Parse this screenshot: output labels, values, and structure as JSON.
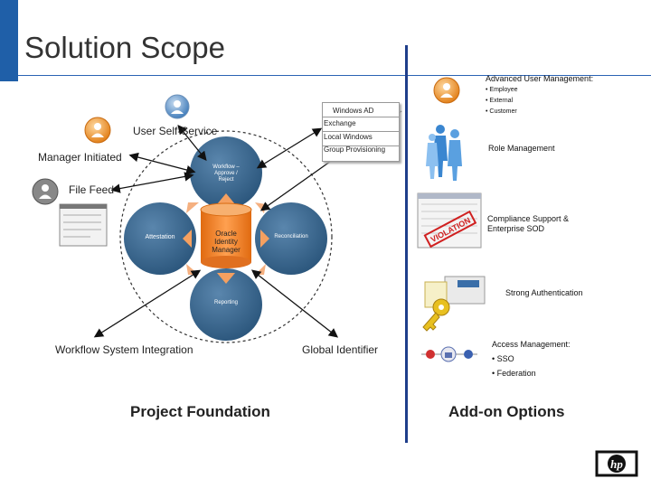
{
  "title": "Solution Scope",
  "colors": {
    "accent_blue": "#1f5fa8",
    "circle_dark": "#2e5a7e",
    "circle_mid": "#4a7398",
    "core_orange": "#f08020"
  },
  "diagram": {
    "core_label": "Oracle Identity Manager",
    "core_lines": [
      "Oracle",
      "Identity",
      "Manager"
    ],
    "workflow_lines": [
      "Workflow –",
      "Approve /",
      "Reject"
    ],
    "attestation": "Attestation",
    "reconciliation": "Reconciliation",
    "reporting": "Reporting",
    "user_self_service": "User Self-Service",
    "manager_initiated": "Manager Initiated",
    "file_feed": "File Feed",
    "workflow_system_integration": "Workflow System Integration",
    "global_identifier": "Global Identifier",
    "provisioning_targets": [
      "Windows AD",
      "Exchange",
      "Local Windows",
      "Group Provisioning"
    ]
  },
  "addons": {
    "advanced_user_mgmt": {
      "title": "Advanced User Management:",
      "items": [
        "• Employee",
        "• External",
        "• Customer"
      ]
    },
    "role_management": "Role Management",
    "compliance": [
      "Compliance Support &",
      "Enterprise SOD"
    ],
    "strong_auth": "Strong Authentication",
    "access_mgmt": {
      "title": "Access Management:",
      "items": [
        "• SSO",
        "• Federation"
      ]
    },
    "stamp_text": "VIOLATION"
  },
  "footer": {
    "left": "Project Foundation",
    "right": "Add-on Options"
  },
  "logo": "hp",
  "icons": [
    "user-icon",
    "user-icon",
    "user-icon",
    "user-icon",
    "people-silhouettes-icon",
    "document-icon",
    "screenshot-icon",
    "key-icon",
    "network-icon",
    "hp-logo"
  ]
}
